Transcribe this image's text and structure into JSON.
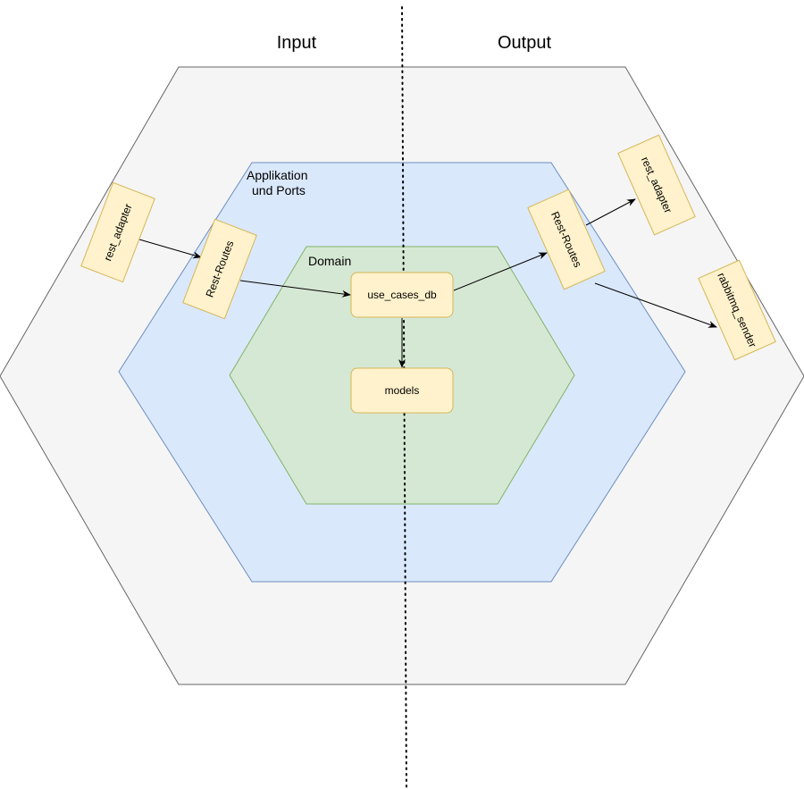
{
  "headers": {
    "input": "Input",
    "output": "Output"
  },
  "regions": {
    "outer": {
      "fill": "#f5f5f5",
      "stroke": "#666666"
    },
    "application": {
      "label_line1": "Applikation",
      "label_line2": "und Ports",
      "fill": "#dae8fc",
      "stroke": "#6c8ebf"
    },
    "domain": {
      "label": "Domain",
      "fill": "#d5e8d4",
      "stroke": "#82b366"
    }
  },
  "nodes": {
    "rest_adapter_in": "rest_adapter",
    "rest_routes_in": "Rest-Routes",
    "use_cases_db": "use_cases_db",
    "models": "models",
    "rest_routes_out": "Rest-Routes",
    "rest_adapter_out": "rest_adapter",
    "rabbitmq_sender": "rabbitmq_sender"
  },
  "edges": [
    {
      "from": "rest_adapter_in",
      "to": "rest_routes_in"
    },
    {
      "from": "rest_routes_in",
      "to": "use_cases_db"
    },
    {
      "from": "use_cases_db",
      "to": "models"
    },
    {
      "from": "use_cases_db",
      "to": "rest_routes_out"
    },
    {
      "from": "rest_routes_out",
      "to": "rest_adapter_out"
    },
    {
      "from": "rest_routes_out",
      "to": "rabbitmq_sender"
    }
  ],
  "colors": {
    "node_fill": "#fff2cc",
    "node_stroke": "#d6b656"
  }
}
